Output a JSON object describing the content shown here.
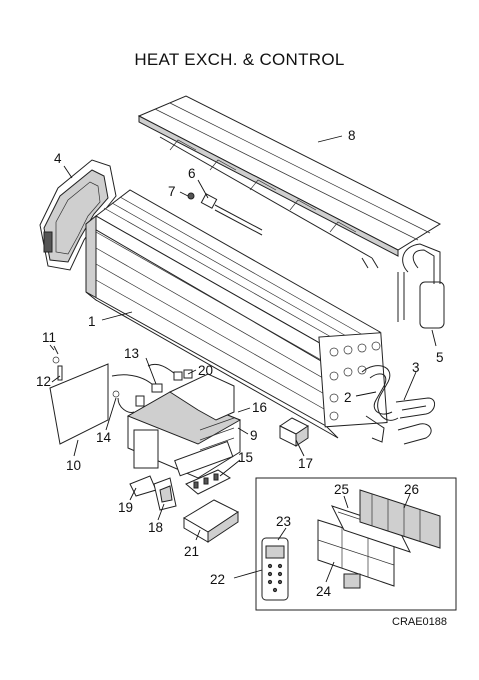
{
  "title": "HEAT EXCH. & CONTROL",
  "drawing_code": "CRAE0188",
  "callouts": {
    "p1": "1",
    "p2": "2",
    "p3": "3",
    "p4": "4",
    "p5": "5",
    "p6": "6",
    "p7": "7",
    "p8": "8",
    "p9": "9",
    "p10": "10",
    "p11": "11",
    "p12": "12",
    "p13": "13",
    "p14": "14",
    "p15": "15",
    "p16": "16",
    "p17": "17",
    "p18": "18",
    "p19": "19",
    "p20": "20",
    "p21": "21",
    "p22": "22",
    "p23": "23",
    "p24": "24",
    "p25": "25",
    "p26": "26"
  },
  "colors": {
    "line": "#222222",
    "background": "#ffffff",
    "grey_fill": "#cfcfcf"
  }
}
